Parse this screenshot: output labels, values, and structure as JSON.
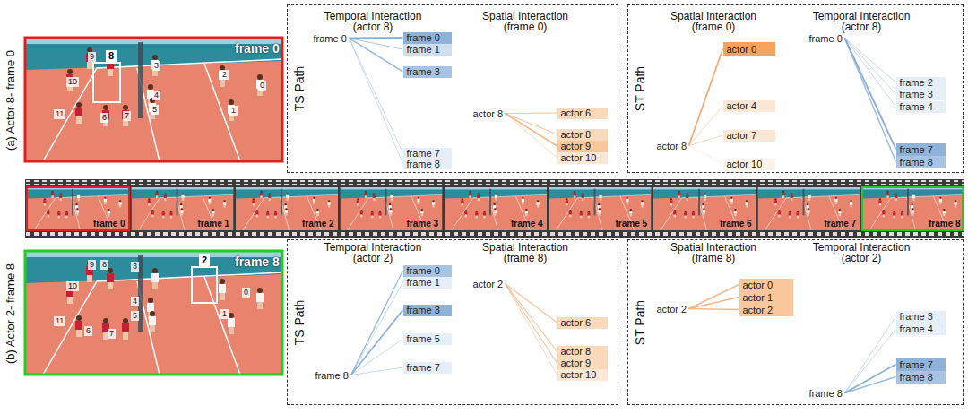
{
  "diagram": {
    "nodes": [
      {
        "text": [
          "TS Path",
          "Temporal Interaction (actor 8)",
          "Spatial Interaction (frame 0)"
        ]
      },
      {
        "text": [
          "frame 0"
        ],
        "in": 0
      },
      {
        "text": [
          "frame 0"
        ],
        "in": 0
      },
      {
        "text": [
          "frame 1"
        ],
        "in": 0
      },
      {
        "text": [
          "frame 3"
        ],
        "in": 0
      },
      {
        "text": [
          "frame 7"
        ],
        "in": 0
      },
      {
        "text": [
          "frame 8"
        ],
        "in": 0
      },
      {
        "text": [
          "actor 8"
        ],
        "in": 0
      },
      {
        "text": [
          "actor 6"
        ],
        "in": 0
      },
      {
        "text": [
          "actor 8"
        ],
        "in": 0
      },
      {
        "text": [
          "actor 9"
        ],
        "in": 0
      },
      {
        "text": [
          "actor 10"
        ],
        "in": 0
      },
      {
        "text": [
          "ST Path",
          "Spatial Interaction (frame 0)",
          "Temporal Interaction (actor 8)"
        ]
      },
      {
        "text": [
          "actor 8"
        ],
        "in": 12
      },
      {
        "text": [
          "actor 0"
        ],
        "in": 12
      },
      {
        "text": [
          "actor 4"
        ],
        "in": 12
      },
      {
        "text": [
          "actor 7"
        ],
        "in": 12
      },
      {
        "text": [
          "actor 10"
        ],
        "in": 12
      },
      {
        "text": [
          "frame 0"
        ],
        "in": 12
      },
      {
        "text": [
          "frame 2"
        ],
        "in": 12
      },
      {
        "text": [
          "frame 3"
        ],
        "in": 12
      },
      {
        "text": [
          "frame 4"
        ],
        "in": 12
      },
      {
        "text": [
          "frame 7"
        ],
        "in": 12
      },
      {
        "text": [
          "frame 8"
        ],
        "in": 12
      },
      {
        "text": [
          "TS Path",
          "Temporal Interaction (actor 2)",
          "Spatial Interaction (frame 8)"
        ]
      },
      {
        "text": [
          "frame 8"
        ],
        "in": 24
      },
      {
        "text": [
          "frame 0"
        ],
        "in": 24
      },
      {
        "text": [
          "frame 1"
        ],
        "in": 24
      },
      {
        "text": [
          "frame 3"
        ],
        "in": 24
      },
      {
        "text": [
          "frame 5"
        ],
        "in": 24
      },
      {
        "text": [
          "frame 7"
        ],
        "in": 24
      },
      {
        "text": [
          "actor 2"
        ],
        "in": 24
      },
      {
        "text": [
          "actor 6"
        ],
        "in": 24
      },
      {
        "text": [
          "actor 8"
        ],
        "in": 24
      },
      {
        "text": [
          "actor 9"
        ],
        "in": 24
      },
      {
        "text": [
          "actor 10"
        ],
        "in": 24
      },
      {
        "text": [
          "ST Path",
          "Spatial Interaction (frame 8)",
          "Temporal Interaction (actor 2)"
        ]
      },
      {
        "text": [
          "actor 2"
        ],
        "in": 36
      },
      {
        "text": [
          "actor 0"
        ],
        "in": 36
      },
      {
        "text": [
          "actor 1"
        ],
        "in": 36
      },
      {
        "text": [
          "actor 2"
        ],
        "in": 36
      },
      {
        "text": [
          "frame 8"
        ],
        "in": 36
      },
      {
        "text": [
          "frame 3"
        ],
        "in": 36
      },
      {
        "text": [
          "frame 4"
        ],
        "in": 36
      },
      {
        "text": [
          "frame 7"
        ],
        "in": 36
      },
      {
        "text": [
          "frame 8"
        ],
        "in": 36
      }
    ],
    "edges": [
      {
        "from": 1,
        "to": 2,
        "arrow": "none"
      },
      {
        "from": 1,
        "to": 3,
        "arrow": "none"
      },
      {
        "from": 1,
        "to": 4,
        "arrow": "none"
      },
      {
        "from": 1,
        "to": 5,
        "arrow": "none"
      },
      {
        "from": 1,
        "to": 6,
        "arrow": "none"
      },
      {
        "from": 7,
        "to": 8,
        "arrow": "none"
      },
      {
        "from": 7,
        "to": 9,
        "arrow": "none"
      },
      {
        "from": 7,
        "to": 10,
        "arrow": "none"
      },
      {
        "from": 7,
        "to": 11,
        "arrow": "none"
      },
      {
        "from": 13,
        "to": 14,
        "arrow": "none"
      },
      {
        "from": 13,
        "to": 15,
        "arrow": "none"
      },
      {
        "from": 13,
        "to": 16,
        "arrow": "none"
      },
      {
        "from": 13,
        "to": 17,
        "arrow": "none"
      },
      {
        "from": 18,
        "to": 19,
        "arrow": "none"
      },
      {
        "from": 18,
        "to": 20,
        "arrow": "none"
      },
      {
        "from": 18,
        "to": 21,
        "arrow": "none"
      },
      {
        "from": 18,
        "to": 22,
        "arrow": "none"
      },
      {
        "from": 18,
        "to": 23,
        "arrow": "none"
      },
      {
        "from": 25,
        "to": 26,
        "arrow": "none"
      },
      {
        "from": 25,
        "to": 27,
        "arrow": "none"
      },
      {
        "from": 25,
        "to": 28,
        "arrow": "none"
      },
      {
        "from": 25,
        "to": 29,
        "arrow": "none"
      },
      {
        "from": 25,
        "to": 30,
        "arrow": "none"
      },
      {
        "from": 31,
        "to": 32,
        "arrow": "none"
      },
      {
        "from": 31,
        "to": 33,
        "arrow": "none"
      },
      {
        "from": 31,
        "to": 34,
        "arrow": "none"
      },
      {
        "from": 31,
        "to": 35,
        "arrow": "none"
      },
      {
        "from": 37,
        "to": 38,
        "arrow": "none"
      },
      {
        "from": 37,
        "to": 39,
        "arrow": "none"
      },
      {
        "from": 37,
        "to": 40,
        "arrow": "none"
      },
      {
        "from": 41,
        "to": 42,
        "arrow": "none"
      },
      {
        "from": 41,
        "to": 43,
        "arrow": "none"
      },
      {
        "from": 41,
        "to": 44,
        "arrow": "none"
      },
      {
        "from": 41,
        "to": 45,
        "arrow": "none"
      }
    ],
    "labels": [
      "(a) Actor 8- frame 0",
      "frame 0",
      "9",
      "8",
      "3",
      "10",
      "2",
      "0",
      "4",
      "5",
      "11",
      "6",
      "7",
      "1",
      "frame 0",
      "frame 1",
      "frame 2",
      "frame 3",
      "frame 4",
      "frame 5",
      "frame 6",
      "frame 7",
      "frame 8",
      "(b) Actor 2- frame 8",
      "frame 8",
      "9",
      "8",
      "3",
      "2",
      "10",
      "0",
      "4",
      "5",
      "11",
      "6",
      "7",
      "1"
    ]
  }
}
